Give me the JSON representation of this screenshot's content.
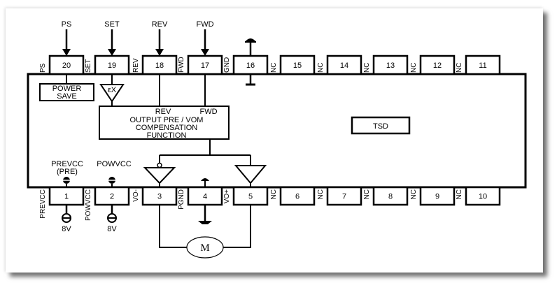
{
  "diagram": {
    "type": "ic-block-diagram",
    "top_inputs": [
      {
        "label": "PS",
        "pin": "20"
      },
      {
        "label": "SET",
        "pin": "19"
      },
      {
        "label": "REV",
        "pin": "18"
      },
      {
        "label": "FWD",
        "pin": "17"
      }
    ],
    "top_pins": [
      {
        "number": "20",
        "name": "PS"
      },
      {
        "number": "19",
        "name": "SET"
      },
      {
        "number": "18",
        "name": "REV"
      },
      {
        "number": "17",
        "name": "FWD"
      },
      {
        "number": "16",
        "name": "GND"
      },
      {
        "number": "15",
        "name": "NC"
      },
      {
        "number": "14",
        "name": "NC"
      },
      {
        "number": "13",
        "name": "NC"
      },
      {
        "number": "12",
        "name": "NC"
      },
      {
        "number": "11",
        "name": "NC"
      }
    ],
    "bottom_pins": [
      {
        "number": "1",
        "name": "PREVCC"
      },
      {
        "number": "2",
        "name": "POWVCC"
      },
      {
        "number": "3",
        "name": "VO-"
      },
      {
        "number": "4",
        "name": "PGND"
      },
      {
        "number": "5",
        "name": "VO+"
      },
      {
        "number": "6",
        "name": "NC"
      },
      {
        "number": "7",
        "name": "NC"
      },
      {
        "number": "8",
        "name": "NC"
      },
      {
        "number": "9",
        "name": "NC"
      },
      {
        "number": "10",
        "name": "NC"
      }
    ],
    "blocks": {
      "power_save": [
        "POWER",
        "SAVE"
      ],
      "amp_label": "εX",
      "output_block": {
        "inputs": [
          "REV",
          "FWD"
        ],
        "lines": [
          "OUTPUT PRE / VOM",
          "COMPENSATION",
          "FUNCTION"
        ]
      },
      "tsd": "TSD"
    },
    "supply_labels": {
      "prevcc": [
        "PREVCC",
        "(PRE)"
      ],
      "powvcc": "POWVCC",
      "voltage1": "8V",
      "voltage2": "8V"
    },
    "motor": "M"
  }
}
